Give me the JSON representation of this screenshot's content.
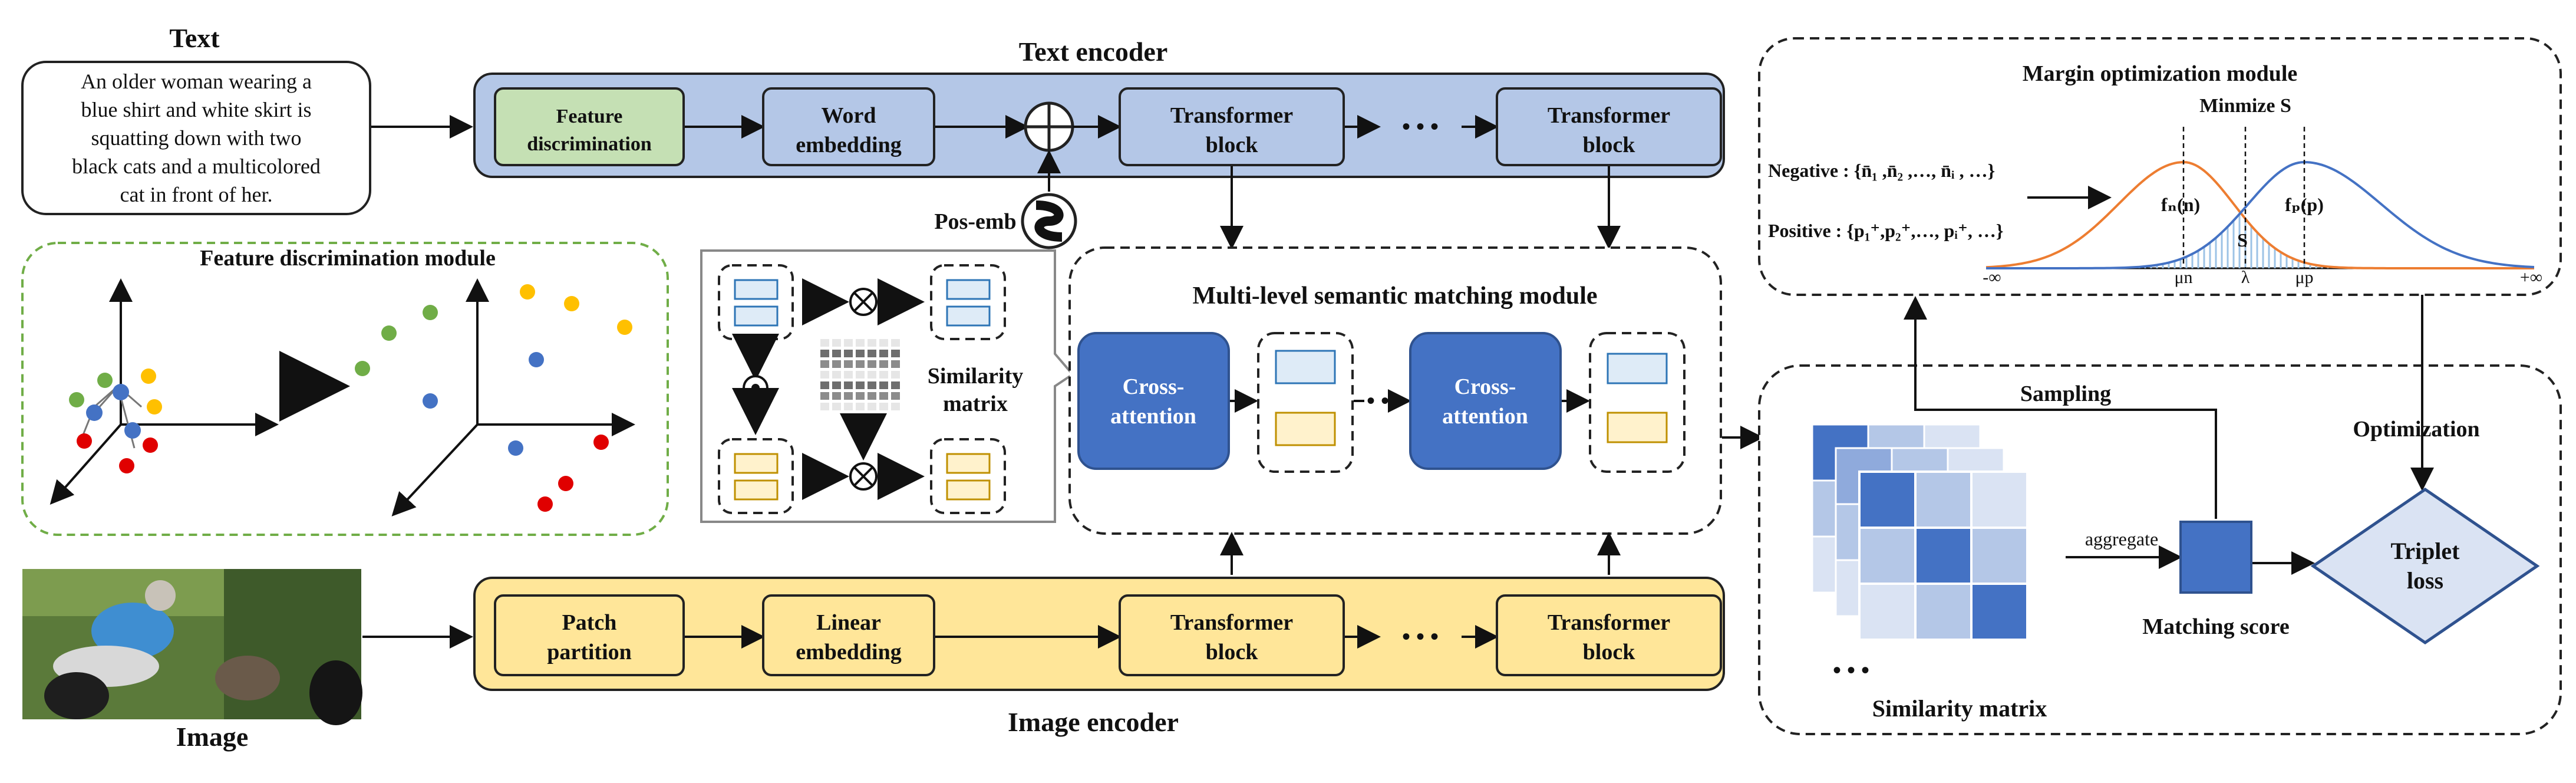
{
  "text_panel": {
    "title": "Text",
    "caption_lines": [
      "An older woman wearing a",
      "blue shirt and white skirt is",
      "squatting down with two",
      "black cats and a multicolored",
      "cat in front of her."
    ]
  },
  "image_panel": {
    "title": "Image"
  },
  "text_encoder": {
    "title": "Text encoder",
    "feature_disc": [
      "Feature",
      "discrimination"
    ],
    "word_emb": [
      "Word",
      "embedding"
    ],
    "transformer_1": [
      "Transformer",
      "block"
    ],
    "transformer_2": [
      "Transformer",
      "block"
    ],
    "ellipsis": "• • •",
    "pos_emb": "Pos-emb"
  },
  "image_encoder": {
    "title": "Image encoder",
    "patch": [
      "Patch",
      "partition"
    ],
    "linear": [
      "Linear",
      "embedding"
    ],
    "transformer_1": [
      "Transformer",
      "block"
    ],
    "transformer_2": [
      "Transformer",
      "block"
    ],
    "ellipsis": "• • •"
  },
  "fdm": {
    "title": "Feature discrimination module"
  },
  "similarity_inset": {
    "label": [
      "Similarity",
      "matrix"
    ]
  },
  "mlsm": {
    "title": "Multi-level semantic matching module",
    "cross_1": [
      "Cross-",
      "attention"
    ],
    "cross_2": [
      "Cross-",
      "attention"
    ],
    "ellipsis": "• • •"
  },
  "margin": {
    "title": "Margin optimization module",
    "minimize": "Minmize S",
    "negative": "Negative : {n̄₁ ,n̄₂ ,…, n̄ᵢ , …}",
    "positive": "Positive : {p₁⁺,p₂⁺,…, pᵢ⁺, …}",
    "fn": "fₙ(n)",
    "fp": "fₚ(p)",
    "s": "S",
    "axis": [
      "-∞",
      "μn",
      "λ",
      "μp",
      "+∞"
    ]
  },
  "lower_right": {
    "sampling": "Sampling",
    "optimization": "Optimization",
    "aggregate": "aggregate",
    "matching_score": "Matching score",
    "triplet": [
      "Triplet",
      "loss"
    ],
    "sim_label": "Similarity matrix",
    "dots": "• • •"
  },
  "colors": {
    "text_encoder_bg": "#b4c7e7",
    "image_encoder_bg": "#ffe699",
    "feature_disc_green": "#c5e0b4",
    "cross_attention": "#4472c4",
    "fdm_border": "#70ad47",
    "fn_curve": "#ed7d31",
    "fp_curve": "#4472c4"
  }
}
